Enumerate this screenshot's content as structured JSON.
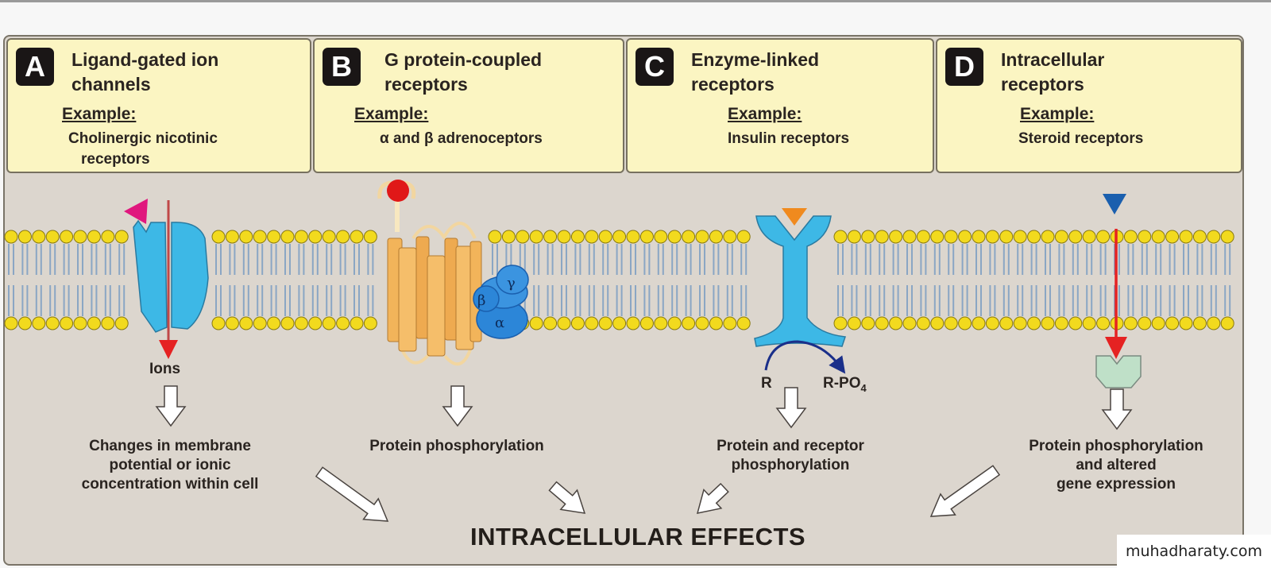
{
  "panels": [
    {
      "letter": "A",
      "title_line1": "Ligand-gated ion",
      "title_line2": "channels",
      "example_label": "Example:",
      "example_line1": "Cholinergic nicotinic",
      "example_line2": "receptors"
    },
    {
      "letter": "B",
      "title_line1": "G protein-coupled",
      "title_line2": "receptors",
      "example_label": "Example:",
      "example_line1": "α and β adrenoceptors",
      "example_line2": ""
    },
    {
      "letter": "C",
      "title_line1": "Enzyme-linked",
      "title_line2": "receptors",
      "example_label": "Example:",
      "example_line1": "Insulin receptors",
      "example_line2": ""
    },
    {
      "letter": "D",
      "title_line1": "Intracellular",
      "title_line2": "receptors",
      "example_label": "Example:",
      "example_line1": "Steroid receptors",
      "example_line2": ""
    }
  ],
  "membrane_labels": {
    "ions": "Ions",
    "g_beta": "β",
    "g_gamma": "γ",
    "g_alpha": "α",
    "substrate": "R",
    "product": "R-PO",
    "product_subscript": "4"
  },
  "effects": {
    "A": [
      "Changes in membrane",
      "potential or ionic",
      "concentration within cell"
    ],
    "B": [
      "Protein phosphorylation"
    ],
    "C": [
      "Protein and receptor",
      "phosphorylation"
    ],
    "D": [
      "Protein phosphorylation",
      "and altered",
      "gene expression"
    ]
  },
  "final_effect": "INTRACELLULAR EFFECTS",
  "watermark": "muhadharaty.com",
  "colors": {
    "header_bg": "#fbf5c2",
    "cell_bg": "#dcd6ce",
    "lipid_head": "#f2da1e",
    "receptor_blue": "#3db8e6",
    "g_protein_blue": "#2c86d8",
    "helix_orange": "#f2b45a",
    "ligand_magenta": "#e0177e",
    "ligand_red": "#e01818",
    "ligand_orange": "#f08a1e",
    "ligand_blue": "#1a5fae",
    "arrow_red": "#e52222",
    "intracellular_receptor": "#bfe0c8"
  }
}
